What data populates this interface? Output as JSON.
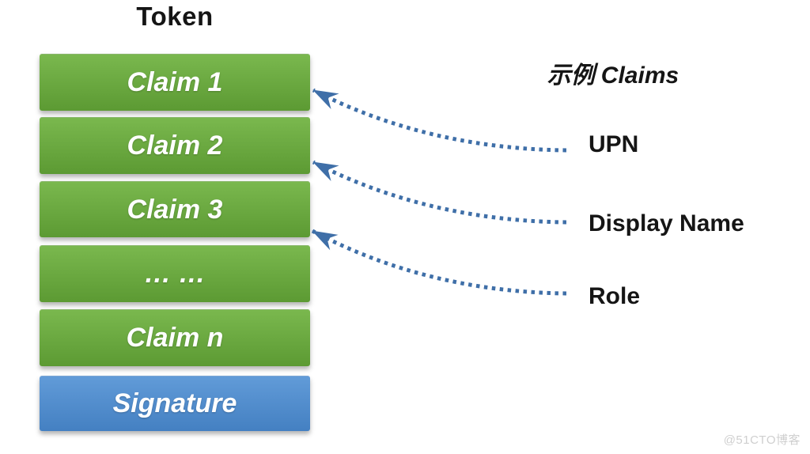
{
  "colors": {
    "green-top": "#7ab84e",
    "green-bottom": "#5c9a33",
    "blue-top": "#619bd8",
    "blue-bottom": "#4480c2",
    "arrow": "#3f6fa8",
    "watermark": "#cfcfcf",
    "ink": "#151515"
  },
  "token": {
    "title": "Token",
    "boxes": [
      {
        "label": "Claim 1",
        "type": "claim"
      },
      {
        "label": "Claim 2",
        "type": "claim"
      },
      {
        "label": "Claim 3",
        "type": "claim"
      },
      {
        "label": "… …",
        "type": "claim"
      },
      {
        "label": "Claim n",
        "type": "claim"
      },
      {
        "label": "Signature",
        "type": "signature"
      }
    ]
  },
  "examples": {
    "heading_cjk": "示例",
    "heading_latin": "Claims",
    "items": [
      {
        "label": "UPN",
        "target": "Claim 1"
      },
      {
        "label": "Display Name",
        "target": "Claim 2"
      },
      {
        "label": "Role",
        "target": "Claim 3"
      }
    ]
  },
  "watermark": {
    "text": "@51CTO博客"
  }
}
